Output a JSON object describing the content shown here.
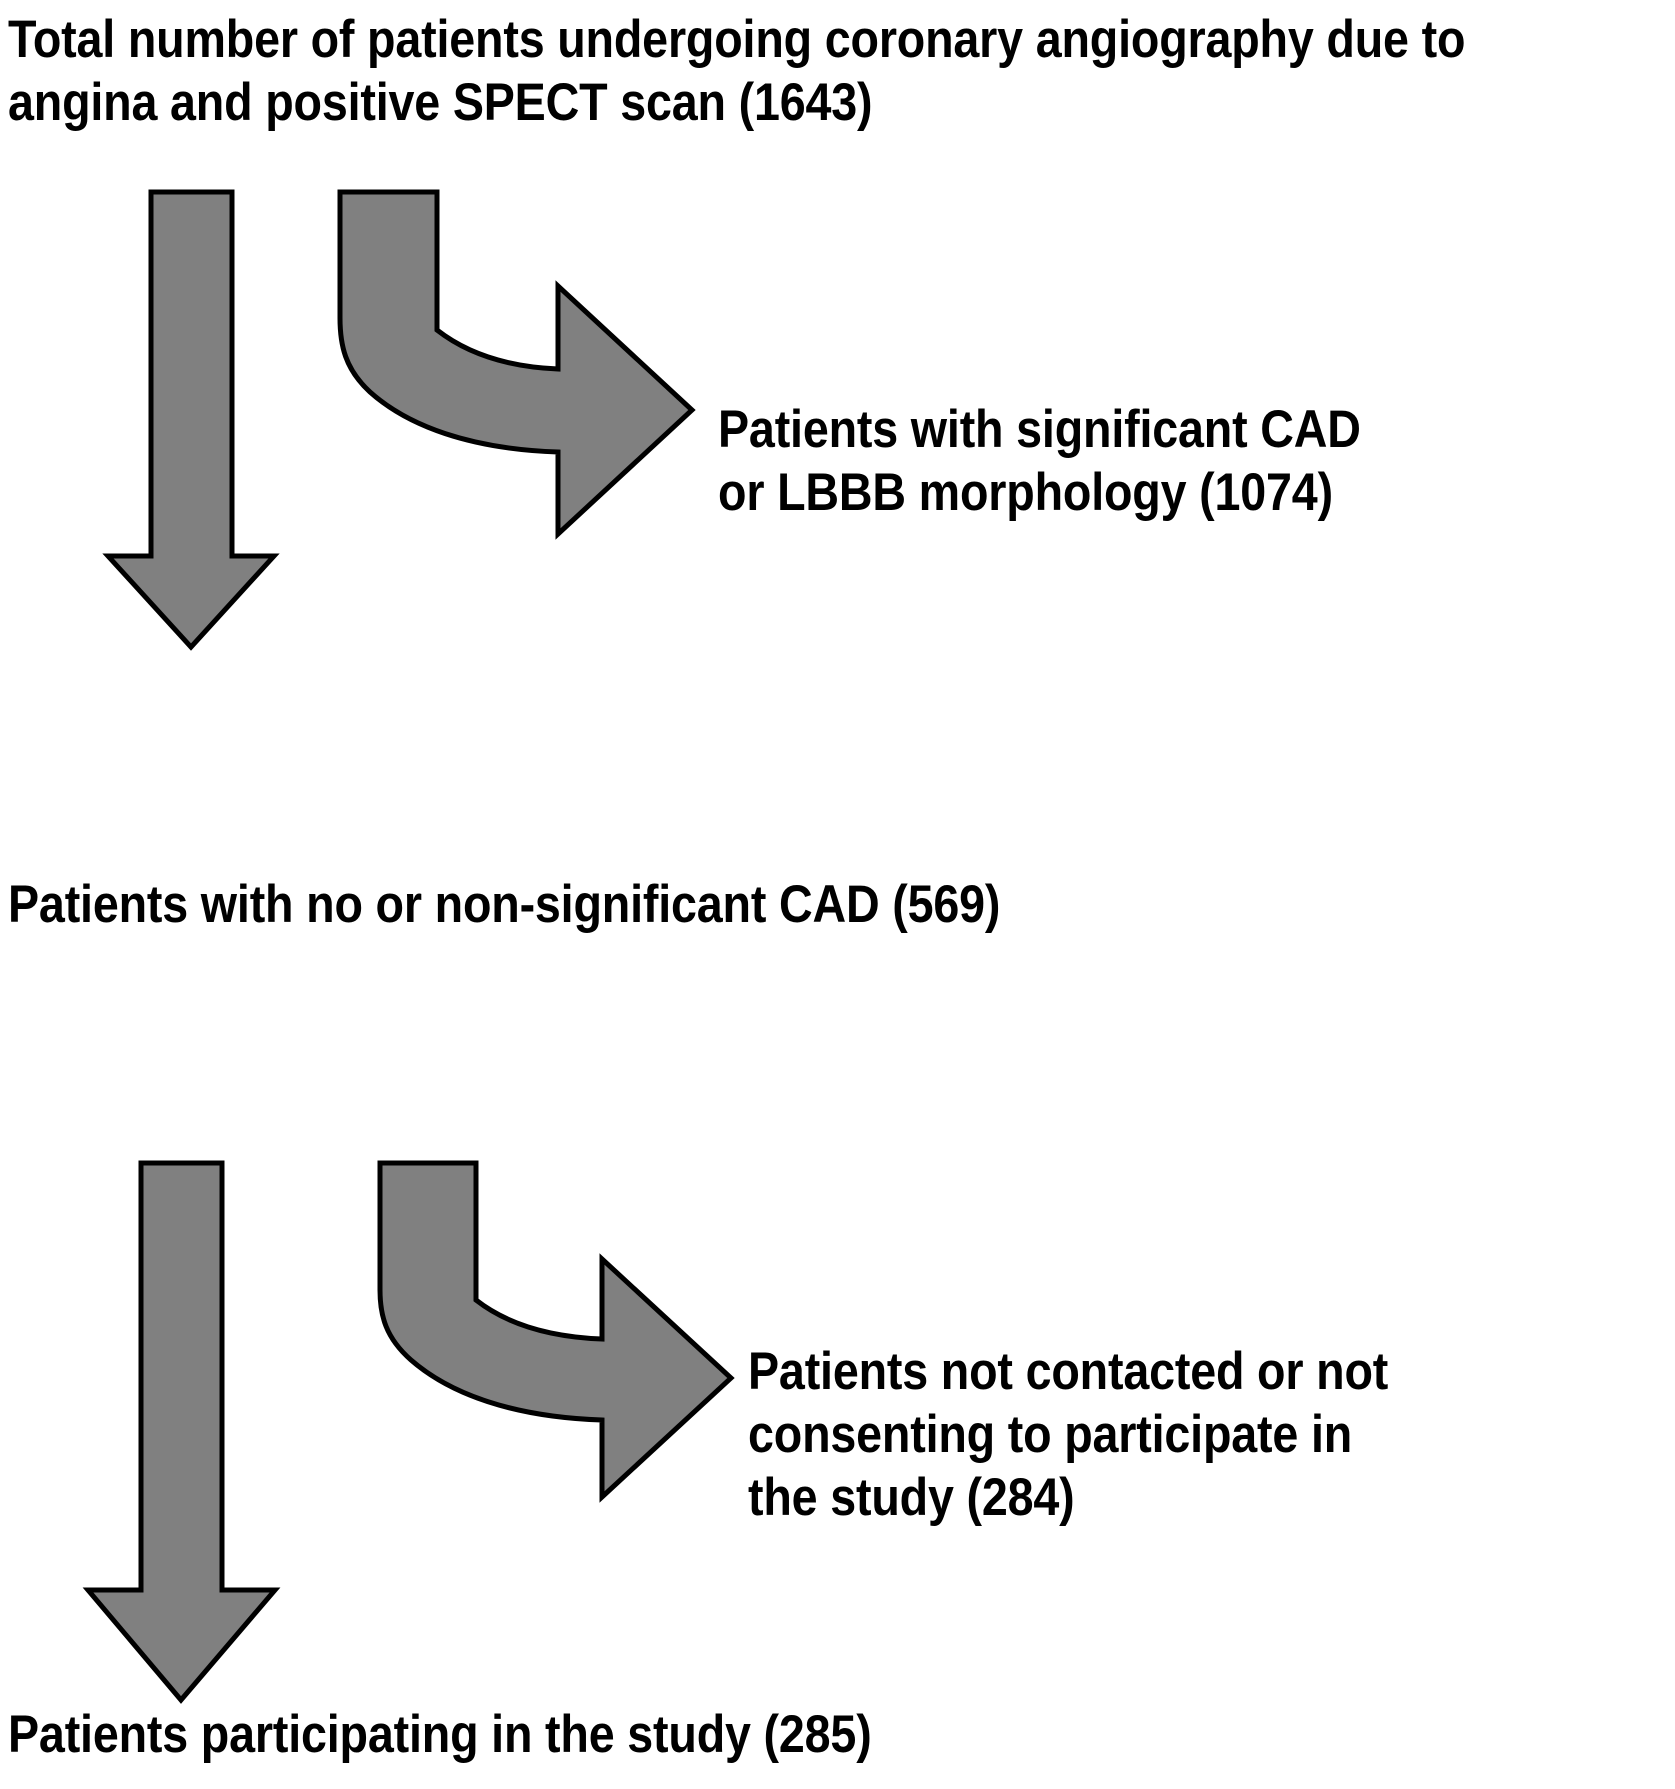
{
  "diagram": {
    "type": "flowchart",
    "title": "Patient enrollment flow diagram",
    "orientation": "vertical",
    "colors": {
      "arrow_fill": "#808080",
      "arrow_stroke": "#000000",
      "text": "#000000",
      "background": "#ffffff"
    },
    "nodes": [
      {
        "id": "total",
        "lines": [
          "Total number of patients undergoing coronary angiography due to",
          "angina and positive SPECT scan (1643)"
        ],
        "text": "Total number of patients undergoing coronary angiography due to angina and positive SPECT scan (1643)",
        "count": 1643
      },
      {
        "id": "significant-cad",
        "lines": [
          "Patients with significant CAD",
          "or LBBB morphology (1074)"
        ],
        "text": "Patients with significant CAD or LBBB morphology (1074)",
        "count": 1074
      },
      {
        "id": "no-cad",
        "lines": [
          "Patients with no or non-significant CAD (569)"
        ],
        "text": "Patients with no or non-significant CAD (569)",
        "count": 569
      },
      {
        "id": "not-contacted",
        "lines": [
          "Patients not contacted or not",
          "consenting to participate in",
          "the study (284)"
        ],
        "text": "Patients not contacted or not consenting to participate in the study (284)",
        "count": 284
      },
      {
        "id": "participating",
        "lines": [
          "Patients participating in the study (285)"
        ],
        "text": "Patients participating in the study (285)",
        "count": 285
      }
    ],
    "arrows": [
      {
        "id": "down-arrow-1",
        "kind": "down-arrow",
        "from": "total",
        "to": "no-cad"
      },
      {
        "id": "curved-arrow-1",
        "kind": "curved-right-arrow",
        "from": "total",
        "to": "significant-cad"
      },
      {
        "id": "down-arrow-2",
        "kind": "down-arrow",
        "from": "no-cad",
        "to": "participating"
      },
      {
        "id": "curved-arrow-2",
        "kind": "curved-right-arrow",
        "from": "no-cad",
        "to": "not-contacted"
      }
    ]
  }
}
